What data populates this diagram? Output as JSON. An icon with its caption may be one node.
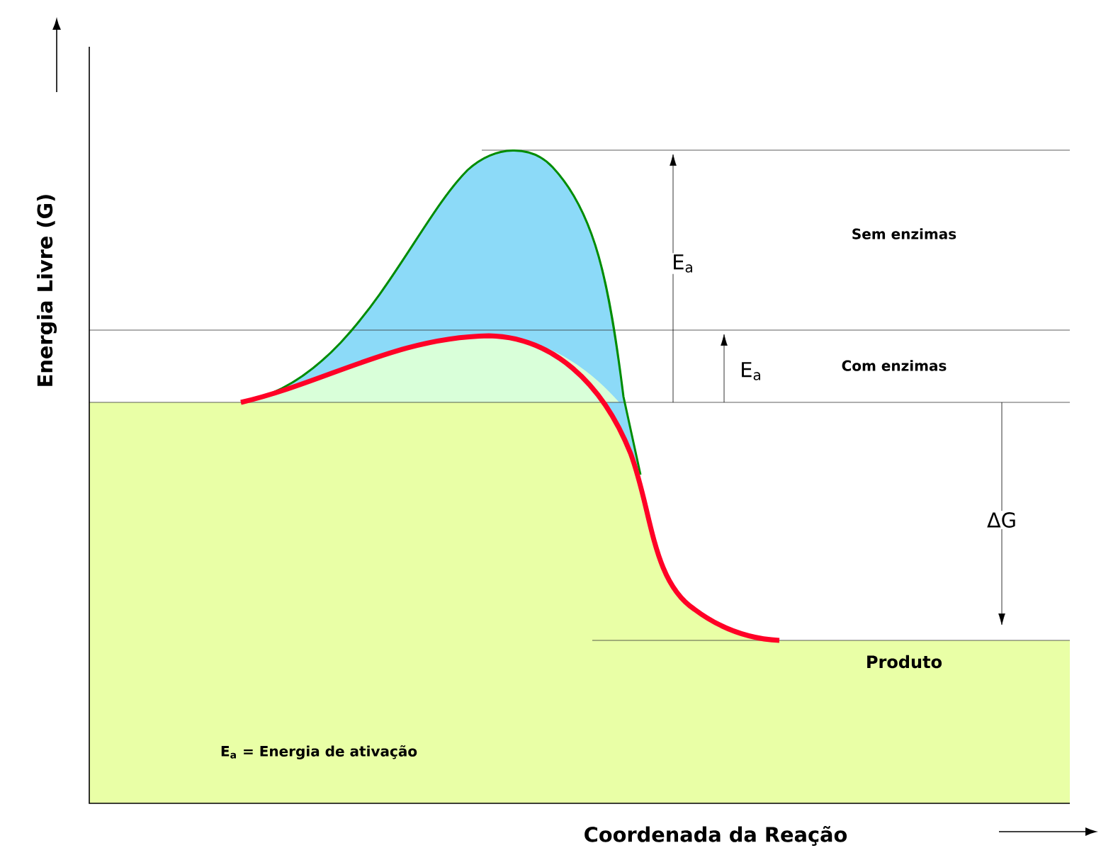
{
  "diagram": {
    "labels": [
      "Energia Livre (G)",
      "Sem enzimas",
      "E$_{a}$",
      "E$_{a}$",
      "Com enzimas",
      "ΔG",
      "Produto",
      "E$_{a}$ = Energia de ativação",
      "Coordenada da Reação"
    ]
  }
}
